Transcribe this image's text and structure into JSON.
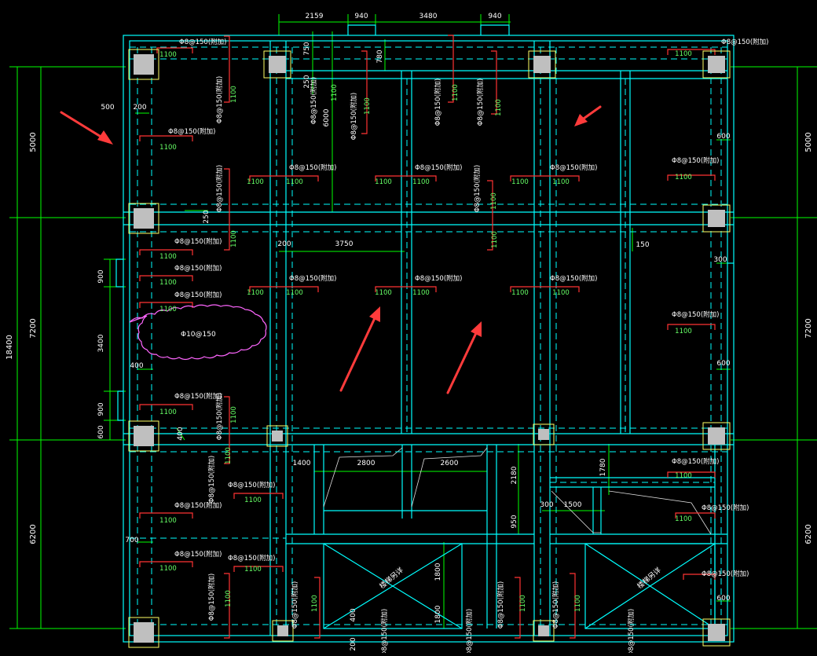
{
  "colors": {
    "background": "#000000",
    "beam_outline": "#00ffff",
    "dimension": "#00ff00",
    "rebar_top": "#ff3333",
    "text_white": "#ffffff",
    "text_green": "#66ff66",
    "column_fill": "#bfbfbf",
    "column_border": "#ffff66",
    "cloud": "#ff66ff",
    "arrow": "#ff3b3b"
  },
  "dims": {
    "top": [
      "2159",
      "940",
      "3480",
      "940"
    ],
    "left_bays": [
      "5000",
      "7200",
      "6200"
    ],
    "left_total": "18400",
    "right_bays": [
      "5000",
      "7200",
      "6200"
    ],
    "left_inner": [
      "900",
      "3400",
      "900",
      "600"
    ],
    "inner": [
      "750",
      "250",
      "780",
      "6000",
      "500",
      "200",
      "250",
      "3750",
      "200",
      "150",
      "300",
      "600",
      "600",
      "400",
      "400",
      "700",
      "600",
      "1400",
      "2800",
      "2600",
      "2180",
      "1780",
      "1500",
      "300",
      "950",
      "1800",
      "1800",
      "400",
      "200"
    ]
  },
  "labels": {
    "rebar_typical": "Φ8@150(附加)",
    "rebar_cloud": "Φ10@150",
    "len_1100": "1100",
    "stair": "楼梯另详"
  }
}
